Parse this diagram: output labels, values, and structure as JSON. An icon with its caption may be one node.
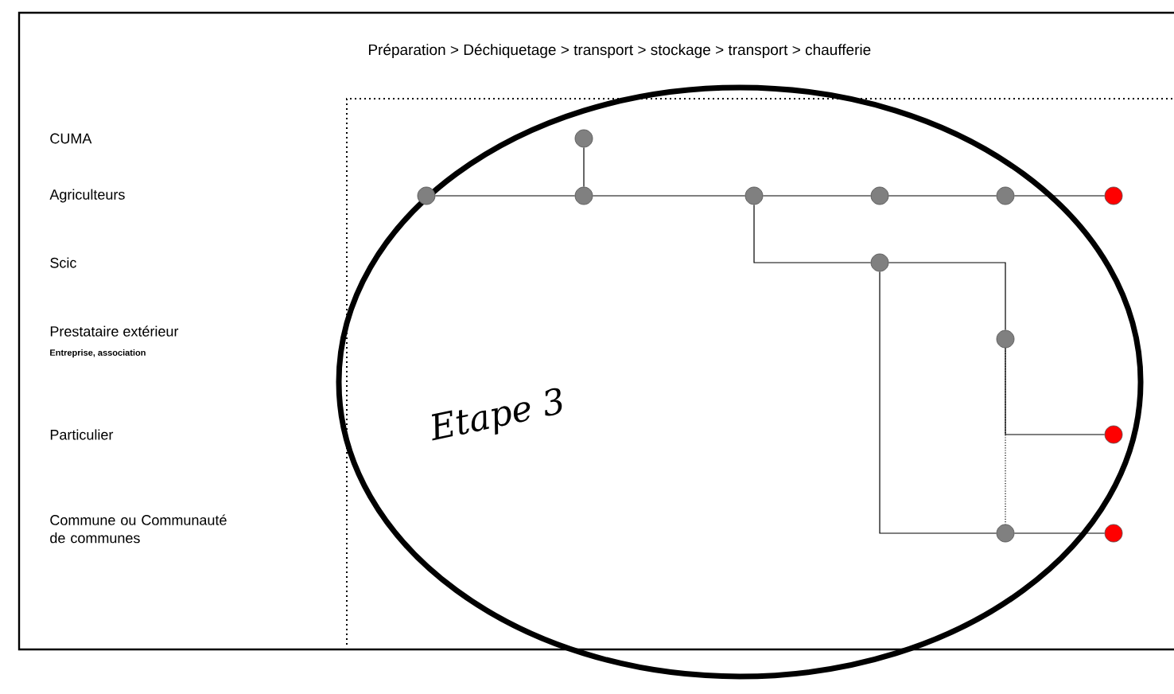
{
  "diagram": {
    "nodes": [
      {
        "text": [],
        "shape": "circle"
      },
      {
        "text": [],
        "shape": "circle"
      },
      {
        "text": [],
        "shape": "circle"
      },
      {
        "text": [],
        "shape": "circle"
      },
      {
        "text": [],
        "shape": "circle"
      },
      {
        "text": [],
        "shape": "circle"
      },
      {
        "text": [],
        "shape": "circle"
      },
      {
        "text": [],
        "shape": "circle"
      },
      {
        "text": [],
        "shape": "circle"
      },
      {
        "text": [],
        "shape": "circle"
      },
      {
        "text": [],
        "shape": "circle"
      },
      {
        "text": [],
        "shape": "circle"
      }
    ],
    "edges": [
      {
        "from": 0,
        "to": 2,
        "arrow": "none"
      },
      {
        "from": 1,
        "to": 2,
        "arrow": "none"
      },
      {
        "from": 2,
        "to": 3,
        "arrow": "none"
      },
      {
        "from": 3,
        "to": 4,
        "arrow": "none"
      },
      {
        "from": 4,
        "to": 5,
        "arrow": "none"
      },
      {
        "from": 5,
        "to": 6,
        "arrow": "none"
      },
      {
        "from": 3,
        "to": 7,
        "arrow": "none"
      },
      {
        "from": 7,
        "to": 8,
        "arrow": "none"
      },
      {
        "from": 8,
        "to": 9,
        "arrow": "none"
      },
      {
        "from": 8,
        "to": 10,
        "arrow": "none",
        "style": "dashed"
      },
      {
        "from": 7,
        "to": 10,
        "arrow": "none"
      },
      {
        "from": 10,
        "to": 11,
        "arrow": "none"
      }
    ],
    "labels": [
      "Préparation > Déchiquetage > transport > stockage > transport > chaufferie",
      "CUMA",
      "Agriculteurs",
      "Scic",
      "Prestataire extérieur",
      "Entreprise, association",
      "Etape 3",
      "Particulier",
      "Commune ou Communauté de communes"
    ]
  }
}
